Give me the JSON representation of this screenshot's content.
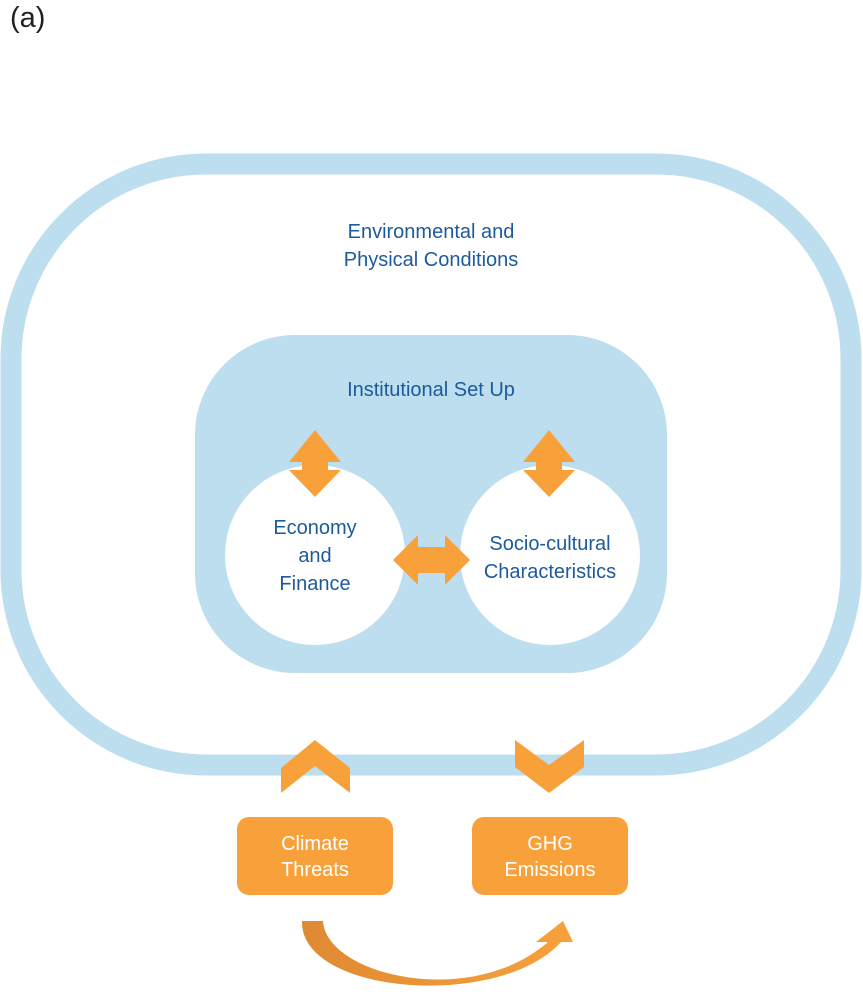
{
  "figure": {
    "panel_label": "(a)"
  },
  "colors": {
    "frame_blue": "#bcdeee",
    "text_blue": "#1d5a9b",
    "arrow_orange": "#f8a13b",
    "arrow_orange_dark": "#df8a33",
    "white": "#ffffff"
  },
  "outer": {
    "label": "Environmental and\nPhysical Conditions"
  },
  "inner": {
    "label": "Institutional Set Up"
  },
  "circles": [
    {
      "id": "economy",
      "label": "Economy\nand\nFinance"
    },
    {
      "id": "socio",
      "label": "Socio-cultural\nCharacteristics"
    }
  ],
  "boxes": [
    {
      "id": "climate",
      "label": "Climate\nThreats"
    },
    {
      "id": "ghg",
      "label": "GHG\nEmissions"
    }
  ],
  "arrows": [
    {
      "id": "institution-economy",
      "type": "bidirectional",
      "from": "Institutional Set Up",
      "to": "Economy and Finance"
    },
    {
      "id": "institution-socio",
      "type": "bidirectional",
      "from": "Institutional Set Up",
      "to": "Socio-cultural Characteristics"
    },
    {
      "id": "economy-socio",
      "type": "bidirectional",
      "from": "Economy and Finance",
      "to": "Socio-cultural Characteristics"
    },
    {
      "id": "climate-to-environment",
      "type": "directional",
      "from": "Climate Threats",
      "to": "Environmental and Physical Conditions"
    },
    {
      "id": "environment-to-ghg",
      "type": "directional",
      "from": "Environmental and Physical Conditions",
      "to": "GHG Emissions"
    },
    {
      "id": "climate-to-ghg",
      "type": "directional",
      "from": "Climate Threats",
      "to": "GHG Emissions"
    }
  ]
}
